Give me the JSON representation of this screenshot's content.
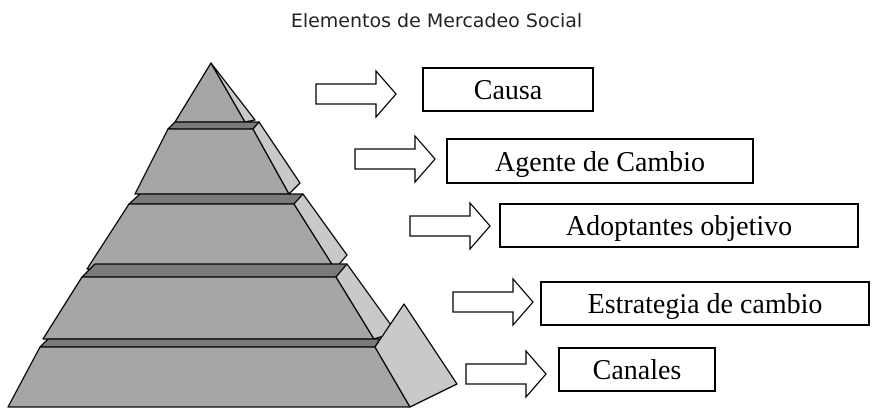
{
  "title": "Elementos de Mercadeo Social",
  "levels": [
    {
      "label": "Causa"
    },
    {
      "label": "Agente de Cambio"
    },
    {
      "label": "Adoptantes objetivo"
    },
    {
      "label": "Estrategia de cambio"
    },
    {
      "label": "Canales"
    }
  ],
  "colors": {
    "front_face": "#a6a6a6",
    "side_face": "#c9c9c9",
    "ledge": "#7a7a7a",
    "outline": "#000000",
    "arrow_fill": "#ffffff"
  }
}
